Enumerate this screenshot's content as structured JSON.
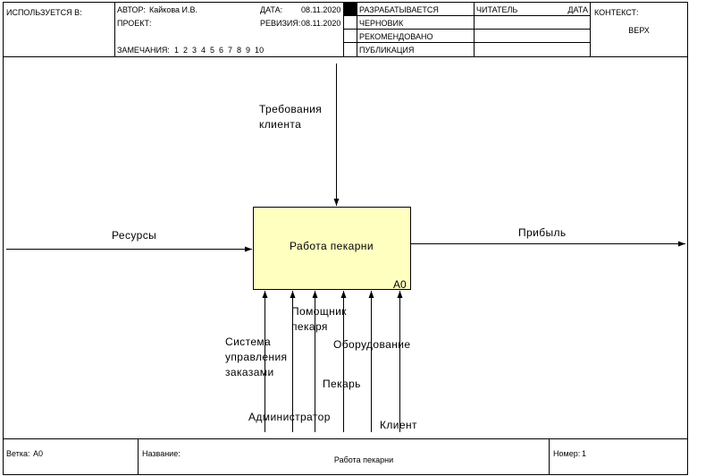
{
  "header": {
    "used_in": "ИСПОЛЬЗУЕТСЯ В:",
    "author_label": "АВТОР:",
    "author_value": "Кайкова И.В.",
    "project_label": "ПРОЕКТ:",
    "date_label": "ДАТА:",
    "date_value": "08.11.2020",
    "revision_label": "РЕВИЗИЯ:",
    "revision_value": "08.11.2020",
    "notes_label": "ЗАМЕЧАНИЯ:",
    "notes_numbers": "1  2  3  4  5  6  7  8  9  10",
    "status": [
      "РАЗРАБАТЫВАЕТСЯ",
      "ЧЕРНОВИК",
      "РЕКОМЕНДОВАНО",
      "ПУБЛИКАЦИЯ"
    ],
    "reader_label": "ЧИТАТЕЛЬ",
    "reader_date_label": "ДАТА",
    "context_label": "КОНТЕКСТ:",
    "context_value": "ВЕРХ"
  },
  "diagram": {
    "box_title": "Работа пекарни",
    "box_id": "A0",
    "box_color": "#FFFFC0",
    "control": [
      "Требования",
      "клиента"
    ],
    "input": "Ресурсы",
    "output": "Прибыль",
    "mechanisms": {
      "system": [
        "Система",
        "управления",
        "заказами"
      ],
      "administrator": "Администратор",
      "assistant": [
        "Помощник",
        "пекаря"
      ],
      "baker": "Пекарь",
      "equipment": "Оборудование",
      "client": "Клиент"
    }
  },
  "footer": {
    "node_label": "Ветка:",
    "node_value": "A0",
    "name_label": "Название:",
    "name_value": "Работа пекарни",
    "number_label": "Номер:",
    "number_value": "1"
  }
}
